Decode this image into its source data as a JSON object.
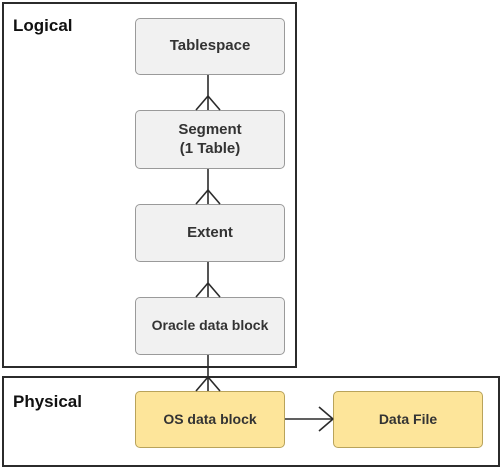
{
  "logical": {
    "label": "Logical",
    "boxes": {
      "tablespace": "Tablespace",
      "segment": "Segment\n(1 Table)",
      "extent": "Extent",
      "oracle_block": "Oracle data block"
    }
  },
  "physical": {
    "label": "Physical",
    "boxes": {
      "os_block": "OS data block",
      "data_file": "Data File"
    }
  },
  "colors": {
    "logical_box_fill": "#f1f1f1",
    "physical_box_fill": "#fde59a",
    "border": "#2b2b2b"
  }
}
